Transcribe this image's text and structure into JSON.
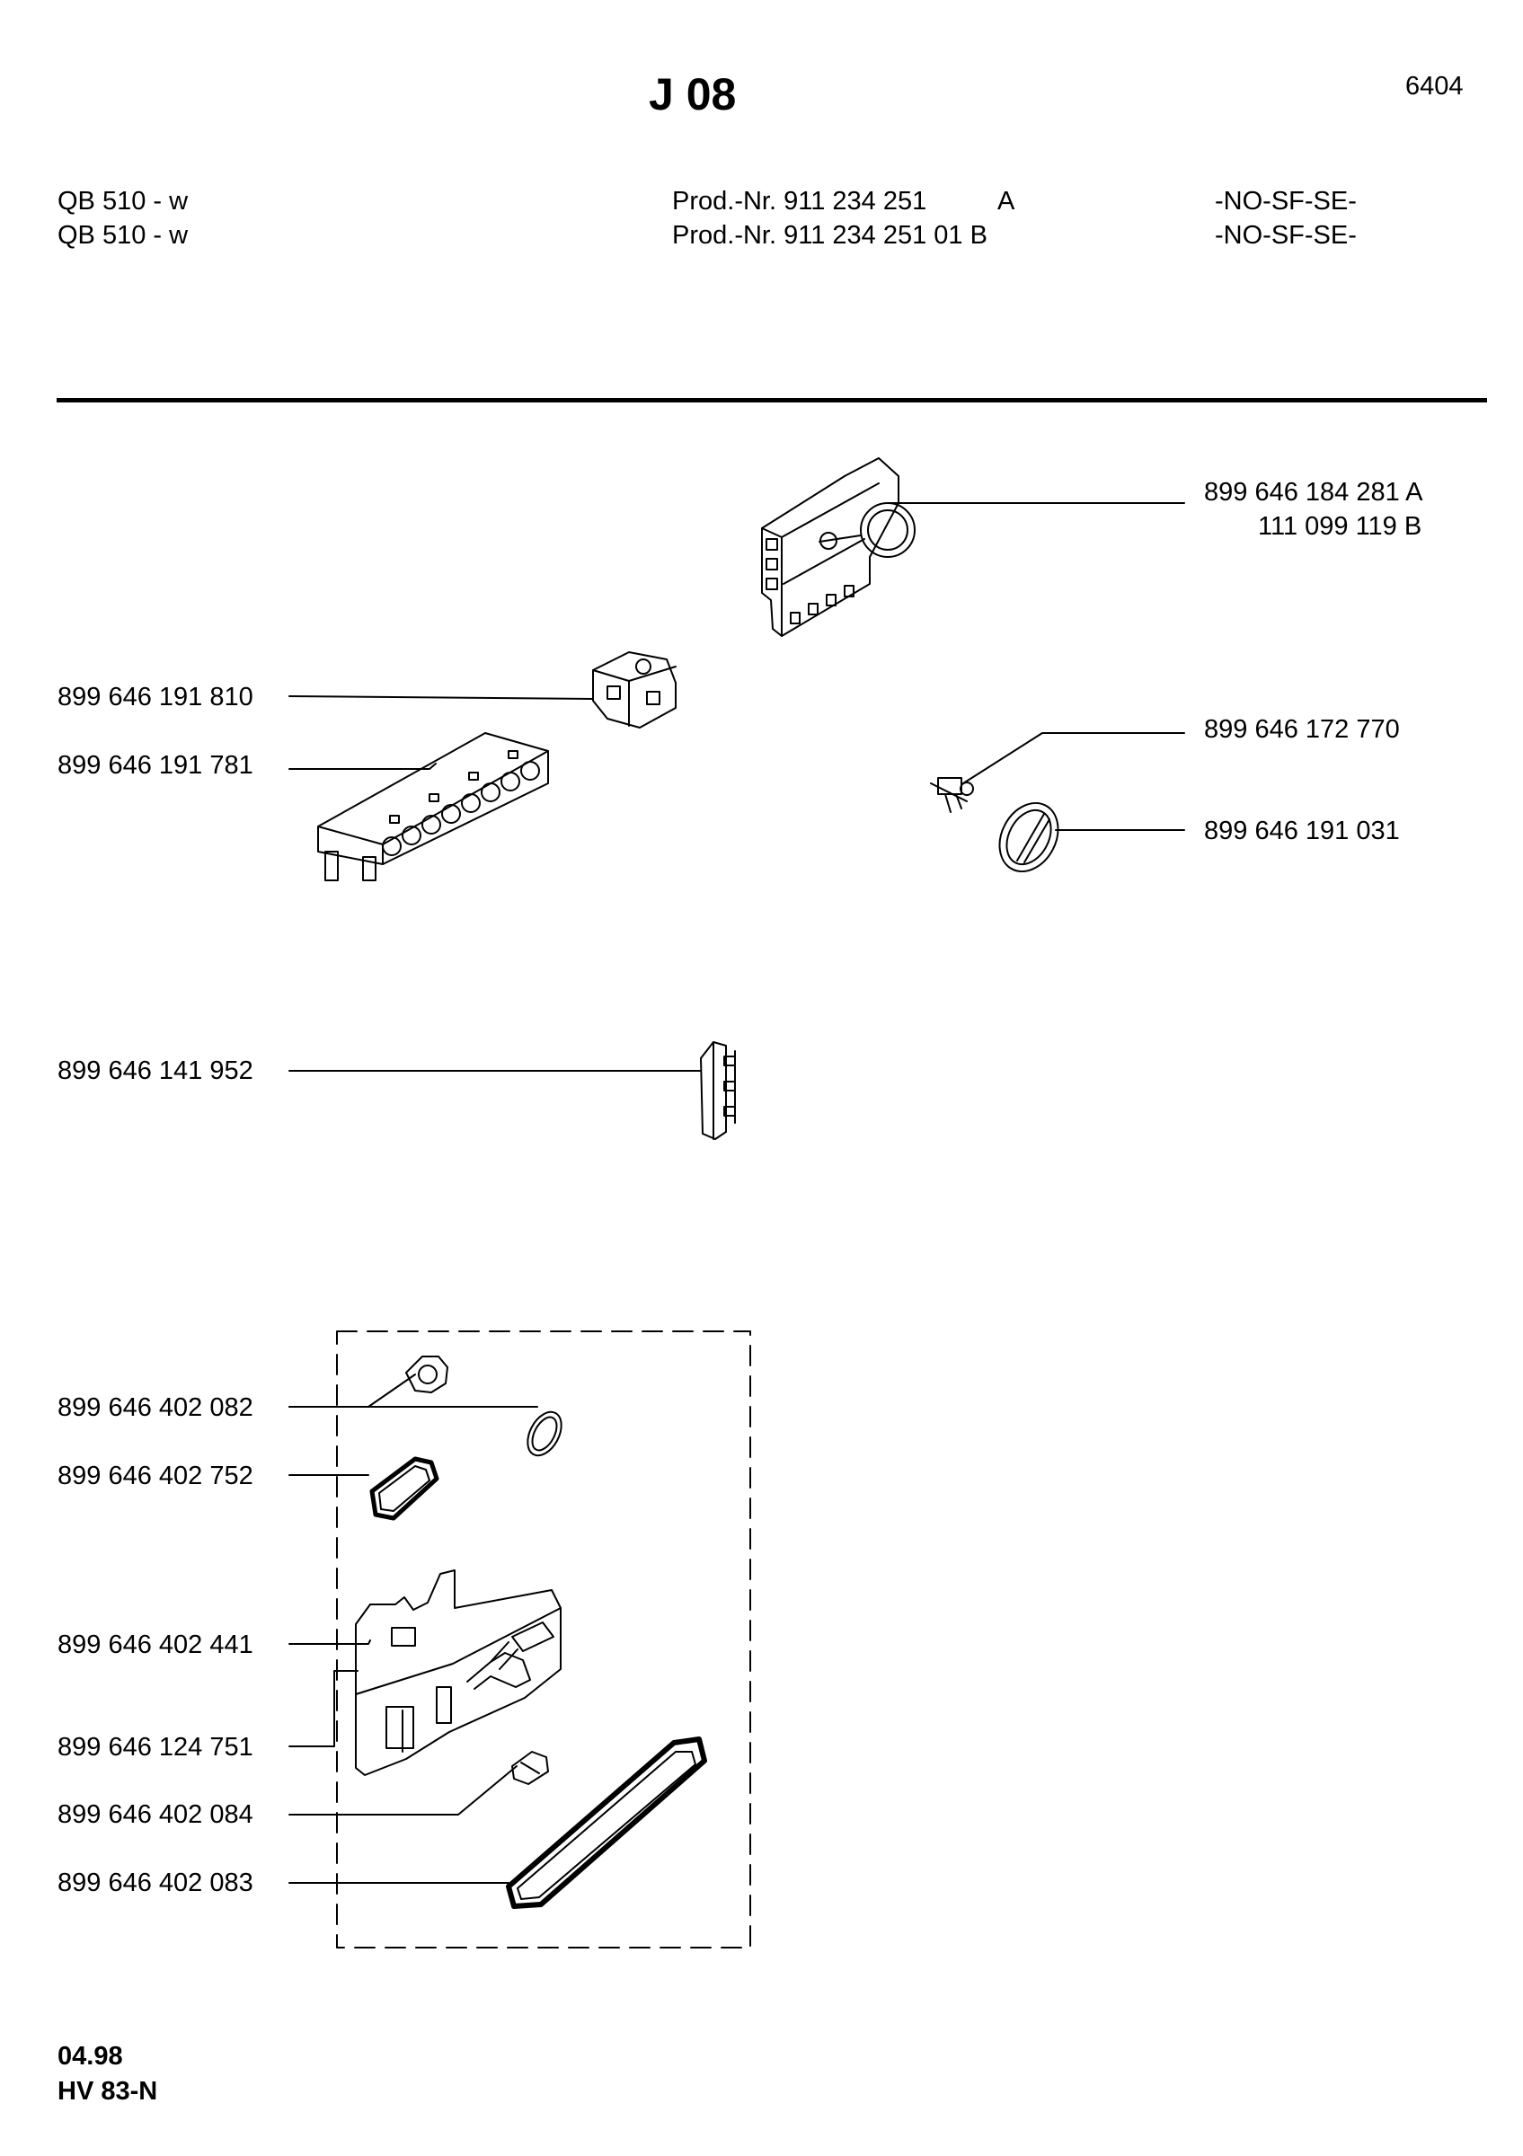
{
  "header": {
    "title": "J 08",
    "sheet_number": "6404",
    "rows": [
      {
        "model": "QB 510 - w",
        "prod": "Prod.-Nr. 911 234 251",
        "variant": "A",
        "countries": "-NO-SF-SE-"
      },
      {
        "model": "QB 510 - w",
        "prod": "Prod.-Nr. 911 234 251 01 B",
        "variant": "",
        "countries": "-NO-SF-SE-"
      }
    ]
  },
  "parts": {
    "timer_a": "899 646 184 281 A",
    "timer_b": "111 099 119 B",
    "switch": "899 646 191 810",
    "button_block": "899 646 191 781",
    "lamp_holder": "899 646 172 770",
    "knob": "899 646 191 031",
    "connector": "899 646 141 952",
    "gasket_ring": "899 646 402 082",
    "seal_small": "899 646 402 752",
    "dispenser": "899 646 402 441",
    "solenoid": "899 646 124 751",
    "latch": "899 646 402 084",
    "seal_large": "899 646 402 083"
  },
  "footer": {
    "date": "04.98",
    "code": "HV 83-N"
  }
}
